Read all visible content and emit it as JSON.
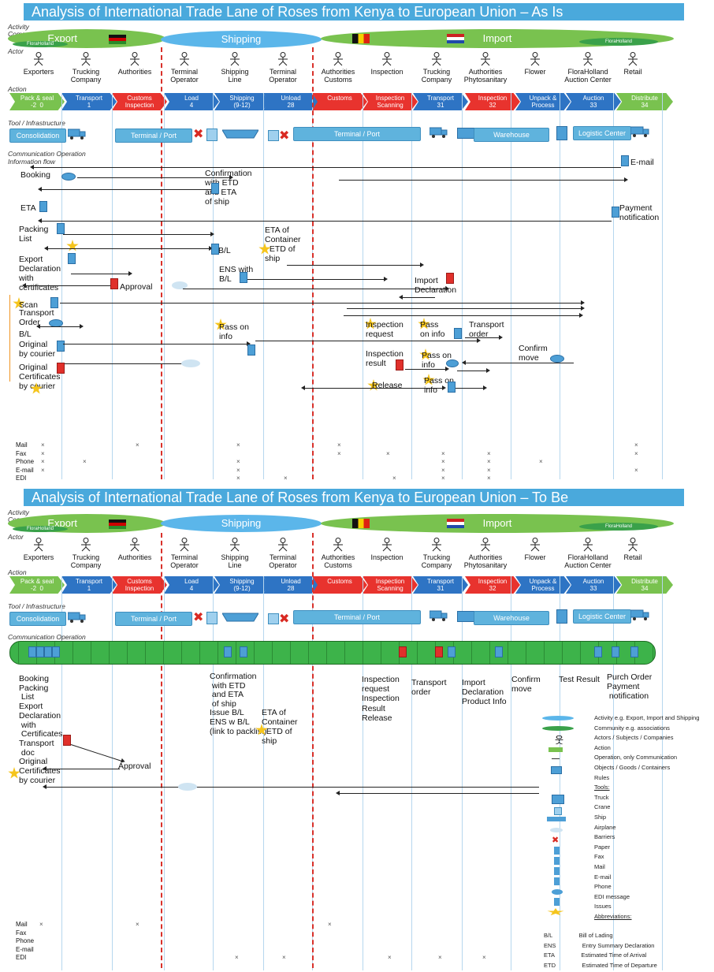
{
  "top": {
    "title": "Analysis of International Trade Lane of Roses from Kenya to European Union – As Is",
    "labels": {
      "activity": "Activity",
      "community": "Community",
      "actor": "Actor",
      "action": "Action",
      "tool": "Tool / Infrastructure",
      "comm": "Communication Operation",
      "info": "Information flow"
    },
    "activities": {
      "export": "Export",
      "shipping": "Shipping",
      "import": "Import",
      "export_community": "FloraHolland",
      "import_community": "FloraHolland"
    }
  },
  "bottom": {
    "title": "Analysis of International Trade Lane of Roses from Kenya to European Union – To Be",
    "labels": {
      "activity": "Activity",
      "community": "Community",
      "actor": "Actor",
      "action": "Action",
      "tool": "Tool / Infrastructure",
      "comm": "Communication Operation"
    },
    "activities": {
      "export": "Export",
      "shipping": "Shipping",
      "import": "Import",
      "export_community": "FloraHolland",
      "import_community": "FloraHolland"
    }
  },
  "actors": [
    "Exporters",
    "Trucking\nCompany",
    "Authorities",
    "Terminal\nOperator",
    "Shipping\nLine",
    "Terminal\nOperator",
    "Authorities\nCustoms",
    "Inspection",
    "Trucking\nCompany",
    "Authorities\nPhytosanitary",
    "Flower",
    "FloraHolland\nAuction Center",
    "Retail"
  ],
  "actions": [
    {
      "label": "Pack & seal",
      "num": "-2  0",
      "color": "green"
    },
    {
      "label": "Transport",
      "num": "1",
      "color": "blue"
    },
    {
      "label": "Customs\nInspection",
      "num": "",
      "color": "red"
    },
    {
      "label": "Load",
      "num": "4",
      "color": "blue"
    },
    {
      "label": "Shipping",
      "num": "(9-12)",
      "color": "blue"
    },
    {
      "label": "Unload",
      "num": "28",
      "color": "blue"
    },
    {
      "label": "Customs",
      "num": "",
      "color": "red"
    },
    {
      "label": "Inspection\nScanning",
      "num": "",
      "color": "red"
    },
    {
      "label": "Transport",
      "num": "31",
      "color": "blue"
    },
    {
      "label": "Inspection",
      "num": "32",
      "color": "red"
    },
    {
      "label": "Unpack &\nProcess",
      "num": "",
      "color": "blue"
    },
    {
      "label": "Auction",
      "num": "33",
      "color": "blue"
    },
    {
      "label": "Distribute",
      "num": "34",
      "color": "green"
    }
  ],
  "tools": {
    "consolidation": "Consolidation",
    "terminal_port": "Terminal / Port",
    "terminal_port2": "Terminal / Port",
    "warehouse": "Warehouse",
    "logistic": "Logistic Center"
  },
  "flow_top": {
    "booking": "Booking",
    "confirmation": "Confirmation\nwith ETD\nand ETA\nof ship",
    "email": "E-mail",
    "eta": "ETA",
    "payment": "Payment\nnotification",
    "packing": "Packing\nList",
    "bl": "B/L",
    "eta_container": "ETA of\nContainer\n  ETD of\nship",
    "export_decl": "Export\nDeclaration\nwith\ncertificates",
    "approval": "Approval",
    "ens": "ENS with\nB/L",
    "import_decl": "Import\nDeclaration",
    "scan": "Scan",
    "transport_order": "Transport\nOrder",
    "bl2": "B/L",
    "original": "Original\nby courier",
    "orig_cert": "Original\nCertificates\nby courier",
    "pass_on1": "Pass on\ninfo",
    "inspection_req": "Inspection\nrequest",
    "pass_on2": "Pass\non info",
    "transport_order2": "Transport\norder",
    "confirm_move": "Confirm\nmove",
    "insp_result": "Inspection\nresult",
    "pass_on3": "Pass on\ninfo",
    "release": "Release",
    "pass_on4": "Pass on\ninfo"
  },
  "comm_rows": [
    "Mail",
    "Fax",
    "Phone",
    "E-mail",
    "EDI"
  ],
  "flow_bottom": {
    "col1": "Booking\nPacking\n List\nExport\nDeclaration\n with\n Certificates\nTransport\n doc\nOriginal\nCertificates\nby courier",
    "approval": "Approval",
    "col2": "Confirmation\n with ETD\n and ETA\n of ship\nIssue B/L\nENS w B/L\n(link to packlist)",
    "col3": "ETA of\nContainer\n  ETD of\nship",
    "col4": "Inspection\nrequest\nInspection\nResult\nRelease",
    "col5": "Transport\norder",
    "col6": "Import\nDeclaration\nProduct Info",
    "col7": "Confirm\nmove",
    "col8": "Test Result",
    "col9": "Purch Order\nPayment\n notification"
  },
  "legend": [
    "Activity e.g. Export, Import and Shipping",
    "Community e.g. associations",
    "Actors / Subjects / Companies",
    "Action",
    "Operation, only Communication",
    "Objects / Goods / Containers",
    "Rules",
    "Tools:",
    "Truck",
    "Crane",
    "Ship",
    "Airplane",
    "Barriers",
    "Paper",
    "Fax",
    "Mail",
    "E-mail",
    "Phone",
    "EDI message",
    "Issues",
    "Abbreviations:",
    "Bill of Lading",
    "Entry Summary Declaration",
    "Estimated Time of Arrival",
    "Estimated Time of Departure"
  ],
  "abbrev": [
    "B/L",
    "ENS",
    "ETA",
    "ETD"
  ],
  "colors": {
    "title_bg": "#4aa9dc",
    "green": "#79c24f",
    "blue": "#2e74c4",
    "red": "#e8332e",
    "pipe": "#3db34a"
  }
}
